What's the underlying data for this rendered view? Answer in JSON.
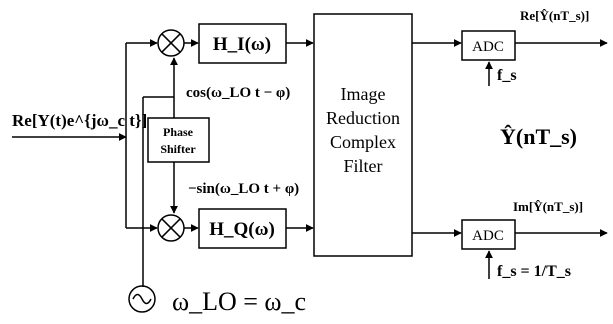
{
  "colors": {
    "line": "#000000",
    "background": "#ffffff"
  },
  "input": {
    "label": "Re[Y(t)e^{jω_c t}]"
  },
  "mixers": {
    "symbol": "⊗"
  },
  "filters": {
    "i": {
      "label": "H_I(ω)"
    },
    "q": {
      "label": "H_Q(ω)"
    }
  },
  "oscillator_i": {
    "label": "cos(ω_LO t − φ)"
  },
  "oscillator_q": {
    "label": "−sin(ω_LO t + φ)"
  },
  "phase_shifter": {
    "line1": "Phase",
    "line2": "Shifter"
  },
  "image_filter": {
    "line1": "Image",
    "line2": "Reduction",
    "line3": "Complex",
    "line4": "Filter"
  },
  "adc_i": {
    "label": "ADC",
    "fs_label": "f_s",
    "output_label": "Re[Ŷ(nT_s)]"
  },
  "adc_q": {
    "label": "ADC",
    "fs_label": "f_s = 1/T_s",
    "output_label": "Im[Ŷ(nT_s)]"
  },
  "complex_output": {
    "label": "Ŷ(nT_s)"
  },
  "lo_source": {
    "icon": "sine-wave-source-icon",
    "label": "ω_LO = ω_c"
  }
}
